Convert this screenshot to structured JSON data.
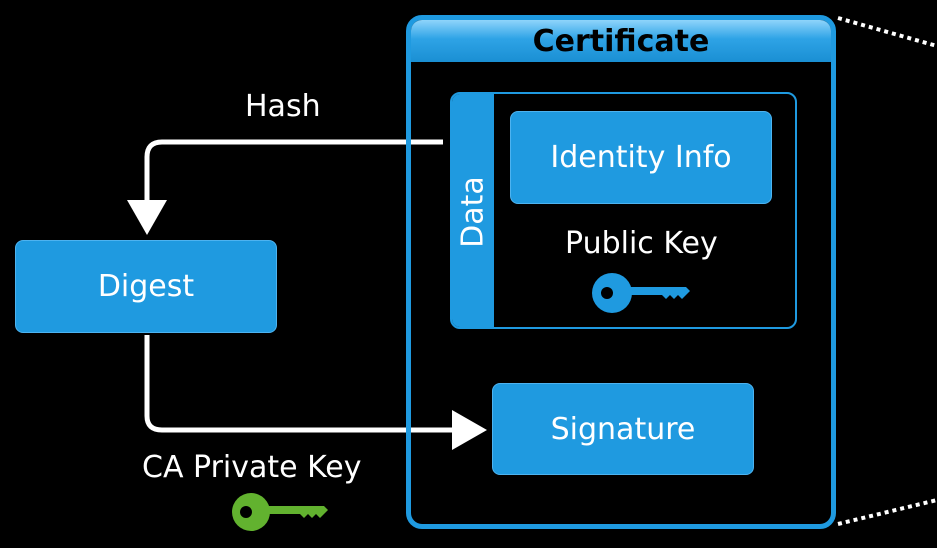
{
  "certificate": {
    "title": "Certificate",
    "data_label": "Data",
    "identity_info": "Identity Info",
    "public_key_label": "Public Key",
    "signature": "Signature"
  },
  "digest_label": "Digest",
  "hash_label": "Hash",
  "ca_private_key_label": "CA Private Key",
  "icons": {
    "public_key": "key-icon",
    "private_key": "key-icon"
  },
  "colors": {
    "accent": "#1f9ae0",
    "private_key": "#62b22f",
    "background": "#000000"
  }
}
